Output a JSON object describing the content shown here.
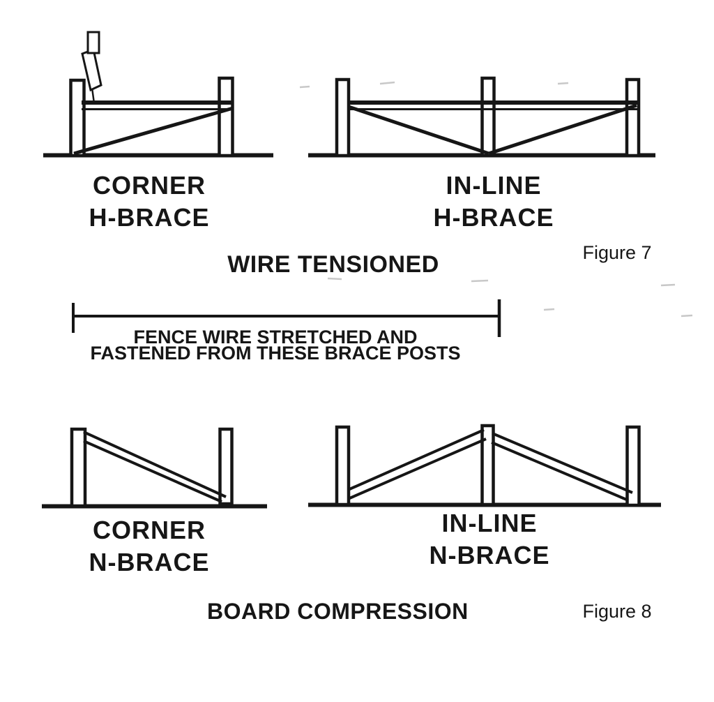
{
  "figure7": {
    "title": "WIRE TENSIONED",
    "figure_label": "Figure 7",
    "corner_brace": {
      "line1": "CORNER",
      "line2": "H-BRACE"
    },
    "inline_brace": {
      "line1": "IN-LINE",
      "line2": "H-BRACE"
    },
    "dimension_note": {
      "line1": "FENCE WIRE STRETCHED AND",
      "line2": "FASTENED FROM THESE BRACE POSTS"
    }
  },
  "figure8": {
    "title": "BOARD COMPRESSION",
    "figure_label": "Figure 8",
    "corner_brace": {
      "line1": "CORNER",
      "line2": "N-BRACE"
    },
    "inline_brace": {
      "line1": "IN-LINE",
      "line2": "N-BRACE"
    }
  },
  "ink_color": "#161616"
}
